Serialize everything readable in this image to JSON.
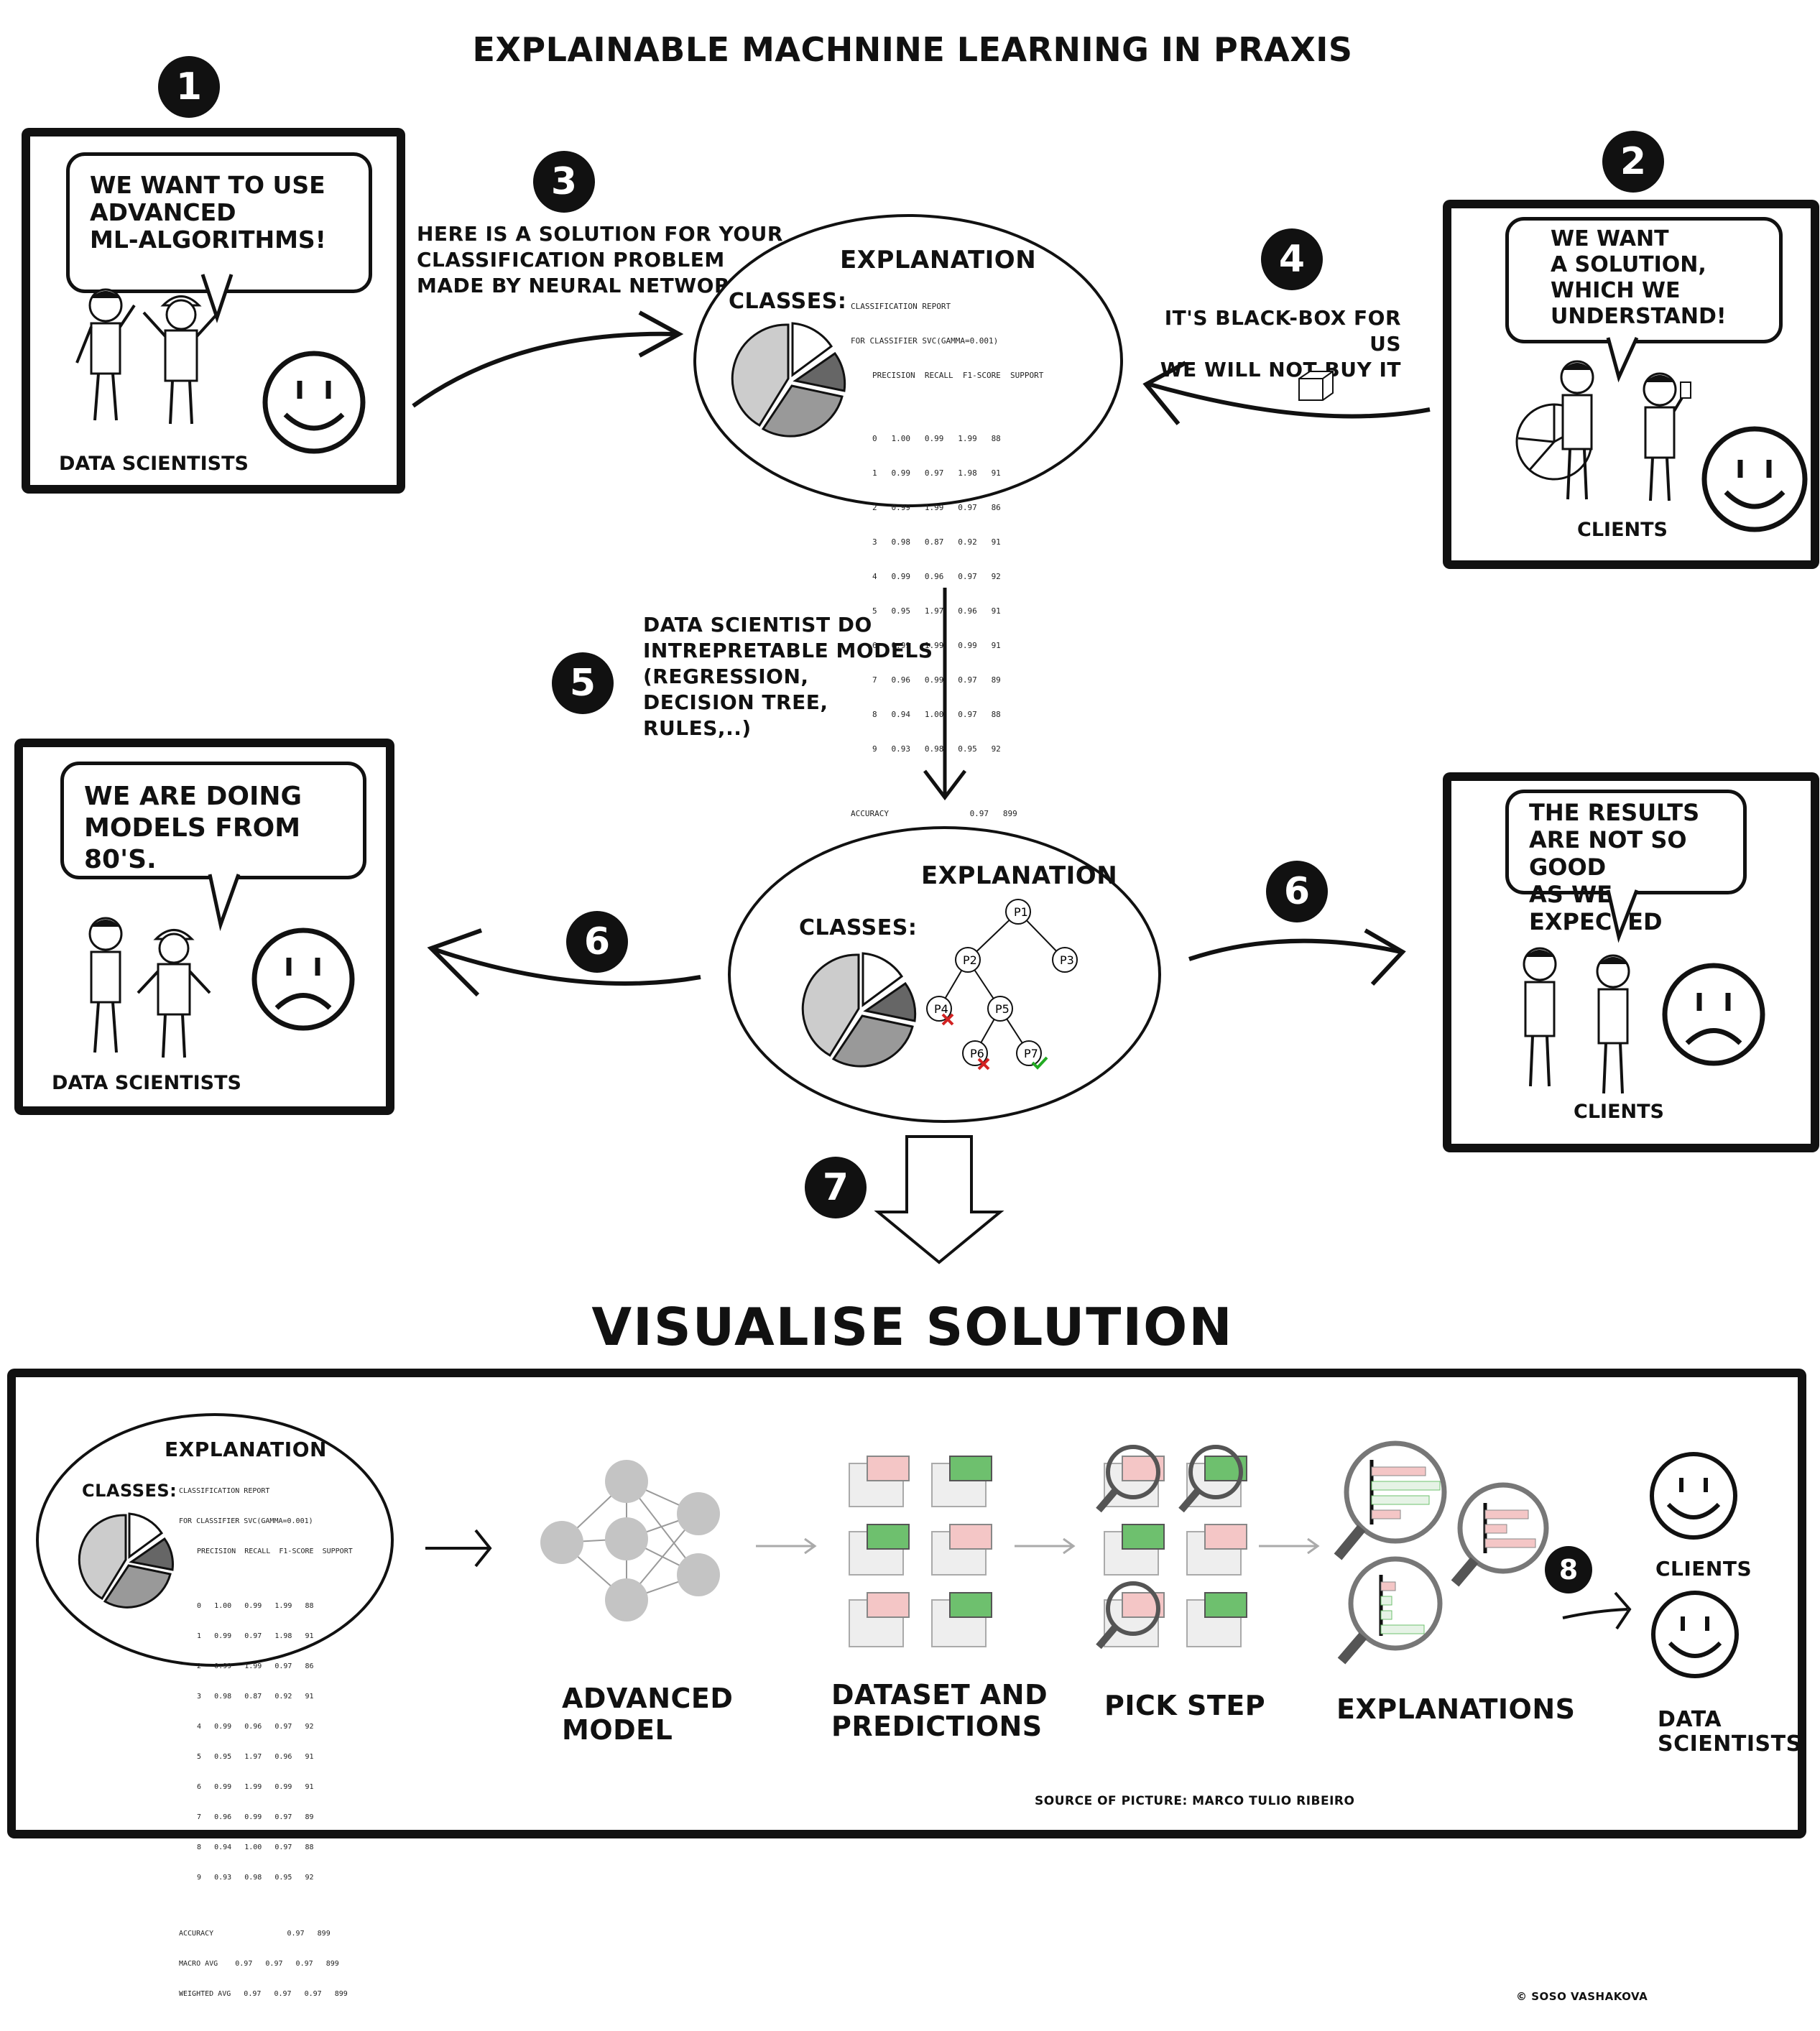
{
  "title": "EXPLAINABLE MACHNINE LEARNING IN PRAXIS",
  "badges": [
    "1",
    "2",
    "3",
    "4",
    "5",
    "6",
    "6",
    "7",
    "8"
  ],
  "panel1": {
    "speech": [
      "WE WANT TO USE",
      "ADVANCED",
      "ML-ALGORITHMS!"
    ],
    "caption": "DATA SCIENTISTS"
  },
  "panel2": {
    "speech": [
      "WE WANT",
      "A SOLUTION,",
      "WHICH WE",
      "UNDERSTAND!"
    ],
    "caption": "CLIENTS"
  },
  "step3_text": [
    "HERE IS A SOLUTION FOR YOUR",
    "CLASSIFICATION PROBLEM",
    "MADE BY NEURAL NETWORK"
  ],
  "step4_text": [
    "IT'S BLACK-BOX FOR US",
    "WE WILL NOT BUY IT"
  ],
  "step5_text": [
    "DATA SCIENTIST DO",
    "INTREPRETABLE MODELS",
    "(REGRESSION,",
    "DECISION TREE,",
    "RULES,..)"
  ],
  "oval_top": {
    "explanation": "EXPLANATION",
    "classes": "CLASSES:",
    "report_header": [
      "CLASSIFICATION REPORT",
      "FOR CLASSIFIER SVC(GAMMA=0.001)",
      "PRECISION  RECALL  F1-SCORE  SUPPORT"
    ],
    "report_rows": [
      "0   1.00   0.99   1.99   88",
      "1   0.99   0.97   1.98   91",
      "2   0.99   1.99   0.97   86",
      "3   0.98   0.87   0.92   91",
      "4   0.99   0.96   0.97   92",
      "5   0.95   1.97   0.96   91",
      "6   0.99   1.99   0.99   91",
      "7   0.96   0.99   0.97   89",
      "8   0.94   1.00   0.97   88",
      "9   0.93   0.98   0.95   92"
    ],
    "report_footer": [
      "ACCURACY                 0.97   899",
      "MACRO AVG    0.97   0.97   0.97   899",
      "WEIGHTED AVG   0.97   0.97   0.97   899"
    ]
  },
  "oval_mid": {
    "explanation": "EXPLANATION",
    "classes": "CLASSES:",
    "tree_nodes": [
      "P1",
      "P2",
      "P3",
      "P4",
      "P5",
      "P6",
      "P7"
    ]
  },
  "panel3": {
    "speech": [
      "WE ARE DOING",
      "MODELS FROM 80'S."
    ],
    "caption": "DATA SCIENTISTS"
  },
  "panel4": {
    "speech": [
      "THE RESULTS",
      "ARE NOT SO GOOD",
      "AS WE EXPECTED"
    ],
    "caption": "CLIENTS"
  },
  "visualise_title": "VISUALISE SOLUTION",
  "bottom": {
    "oval_explanation": "EXPLANATION",
    "oval_classes": "CLASSES:",
    "steps": [
      [
        "ADVANCED",
        "MODEL"
      ],
      [
        "DATASET AND",
        "PREDICTIONS"
      ],
      [
        "PICK STEP"
      ],
      [
        "EXPLANATIONS"
      ]
    ],
    "clients": "CLIENTS",
    "data_scientists": [
      "DATA",
      "SCIENTISTS"
    ],
    "source": "SOURCE OF PICTURE: MARCO TULIO RIBEIRO"
  },
  "copyright": "© SOSO VASHAKOVA",
  "colors": {
    "ink": "#111111",
    "grey": "#9a9a9a",
    "pink": "#f4c6c6",
    "green": "#6ec06e",
    "red": "#d22222",
    "check": "#22aa22"
  }
}
